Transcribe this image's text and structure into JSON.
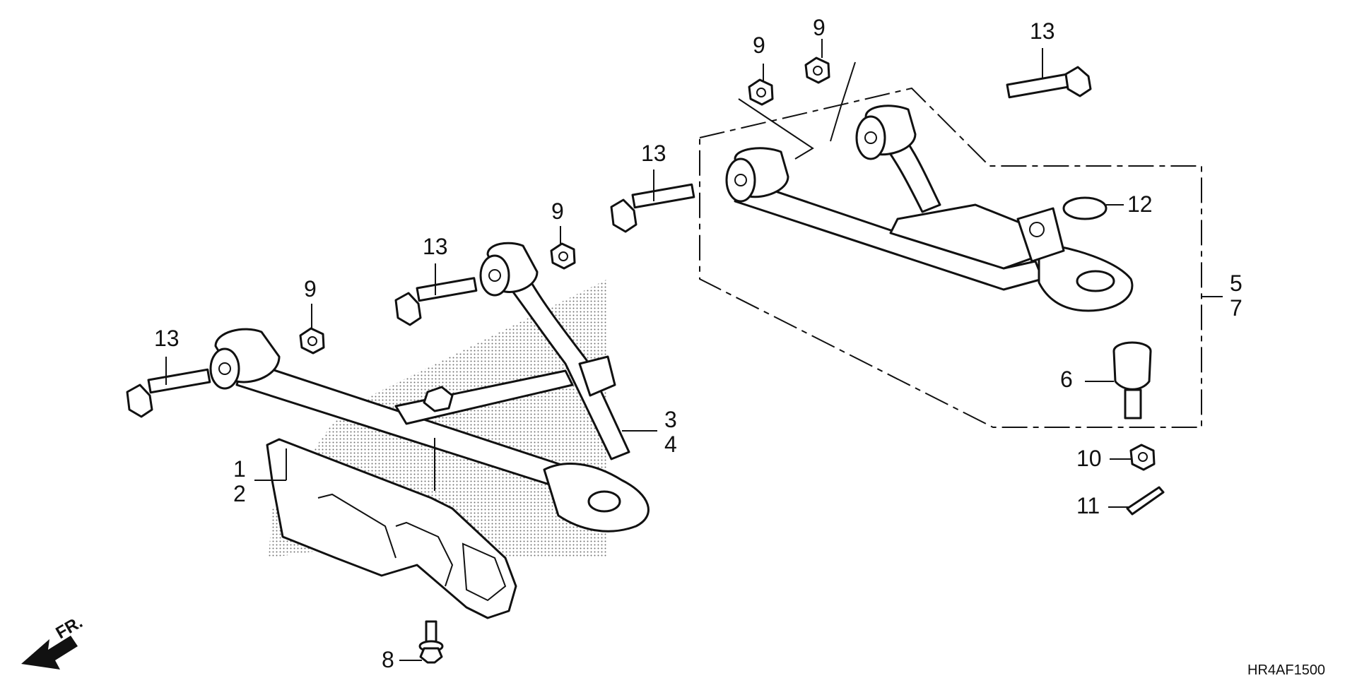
{
  "callouts": {
    "c1": "1",
    "c2": "2",
    "c3": "3",
    "c4": "4",
    "c5": "5",
    "c6": "6",
    "c7": "7",
    "c8": "8",
    "c9a": "9",
    "c9b": "9",
    "c9c": "9",
    "c9d": "9",
    "c10": "10",
    "c11": "11",
    "c12": "12",
    "c13a": "13",
    "c13b": "13",
    "c13c": "13",
    "c13d": "13"
  },
  "direction_label": "FR.",
  "diagram_code": "HR4AF1500"
}
